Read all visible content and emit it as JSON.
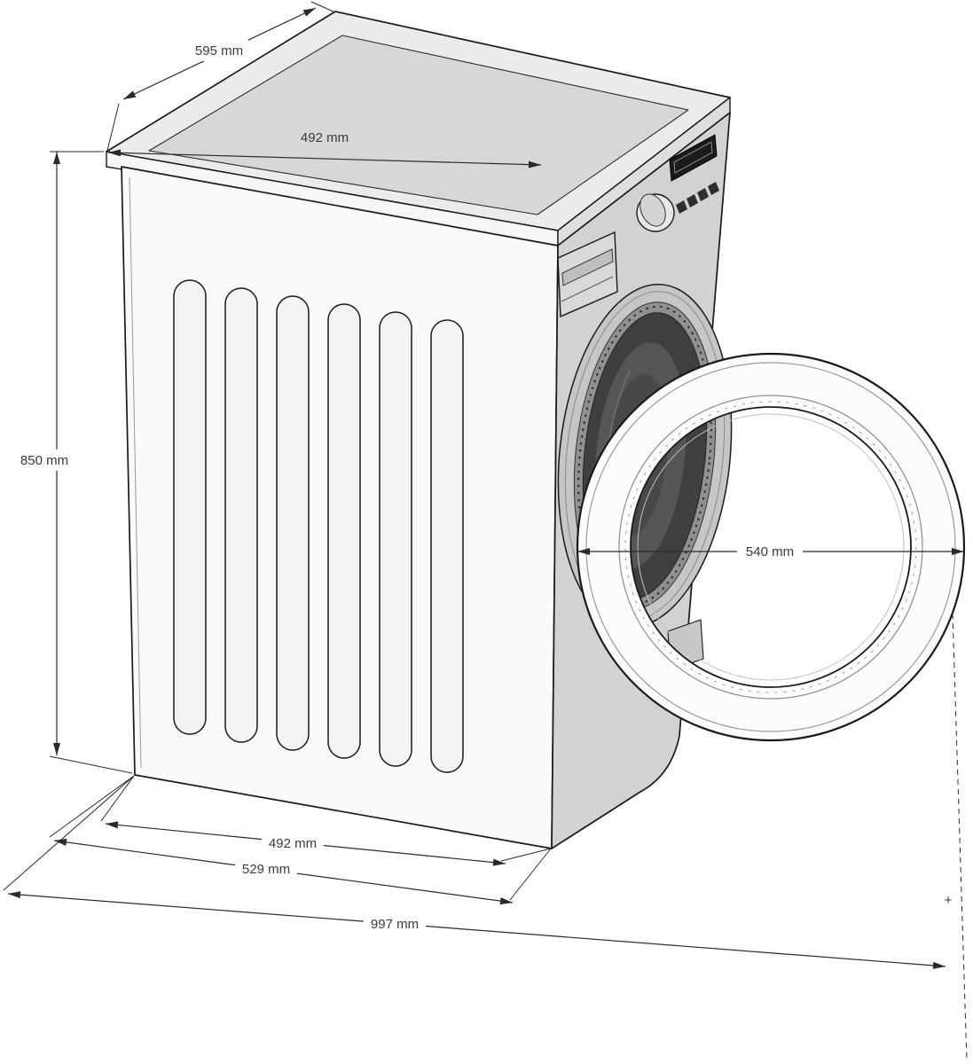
{
  "diagram": {
    "labels": {
      "top_depth": "595 mm",
      "top_width": "492 mm",
      "height": "850 mm",
      "door_diameter": "540 mm",
      "bottom_width": "492 mm",
      "bottom_depth": "529 mm",
      "overall_depth_door_open": "997 mm",
      "door_swing_marker": "+"
    },
    "colors": {
      "outline": "#1a1a1a",
      "dimension_line": "#2a2a2a",
      "label_text": "#3a3a3a",
      "body_light": "#fafafa",
      "front_panel_gray": "#d2d2d2",
      "lid_gray": "#d7d7d7",
      "drum_dark": "#3f3f3f",
      "display_black": "#1b1b1b",
      "background": "#ffffff"
    }
  }
}
